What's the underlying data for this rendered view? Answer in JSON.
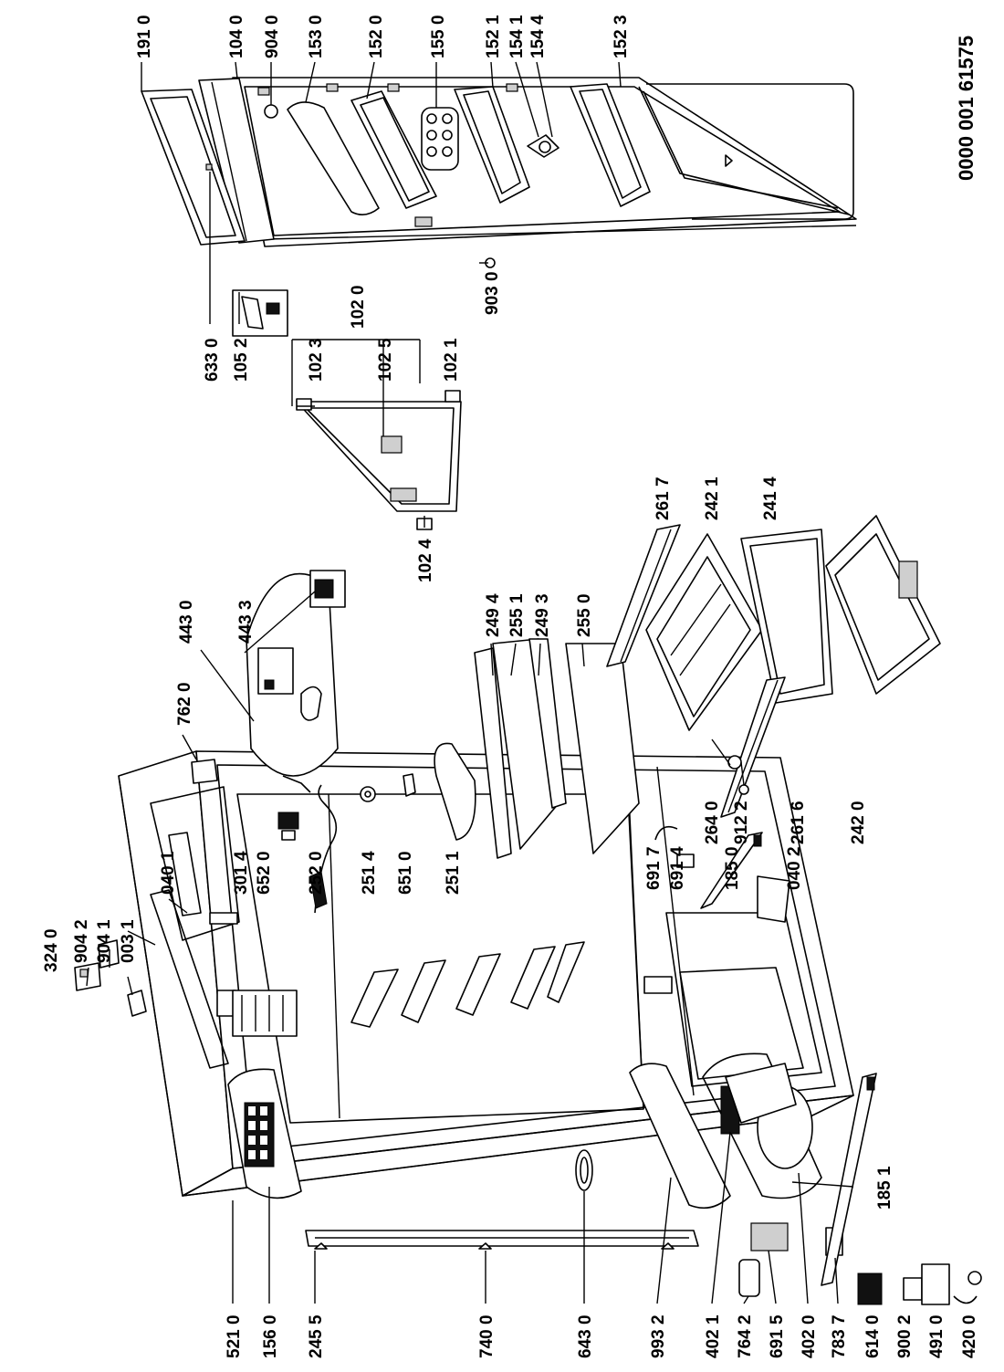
{
  "document_number": "0000 001 61575",
  "labels": {
    "l1910": "191 0",
    "l1040": "104 0",
    "l9040": "904 0",
    "l1530": "153 0",
    "l1520": "152 0",
    "l1550": "155 0",
    "l1521": "152 1",
    "l1541": "154 1",
    "l1544": "154 4",
    "l1523": "152 3",
    "l6330": "633 0",
    "l1052": "105 2",
    "l1023": "102 3",
    "l1020": "102 0",
    "l1025": "102 5",
    "l1021": "102 1",
    "l1024": "102 4",
    "l9030": "903 0",
    "l4430": "443 0",
    "l4433": "443 3",
    "l7620": "762 0",
    "l2494": "249 4",
    "l2551": "255 1",
    "l2493": "249 3",
    "l2550": "255 0",
    "l2617": "261 7",
    "l2421": "242 1",
    "l2414": "241 4",
    "l2640": "264 0",
    "l9122": "912 2",
    "l2616": "261 6",
    "l2420": "242 0",
    "l3240": "324 0",
    "l9042": "904 2",
    "l9041": "904 1",
    "l0031": "003 1",
    "l0401": "040 1",
    "l3014": "301 4",
    "l6520": "652 0",
    "l2520": "252 0",
    "l2514": "251 4",
    "l6510": "651 0",
    "l2511": "251 1",
    "l6917": "691 7",
    "l6914": "691 4",
    "l1850": "185 0",
    "l0402": "040 2",
    "l1851": "185 1",
    "l5210": "521 0",
    "l1560": "156 0",
    "l2455": "245 5",
    "l7400": "740 0",
    "l6430": "643 0",
    "l9932": "993 2",
    "l4021": "402 1",
    "l7642": "764 2",
    "l6915": "691 5",
    "l4020": "402 0",
    "l7837": "783 7",
    "l6140": "614 0",
    "l9002": "900 2",
    "l4910": "491 0",
    "l4200": "420 0"
  }
}
